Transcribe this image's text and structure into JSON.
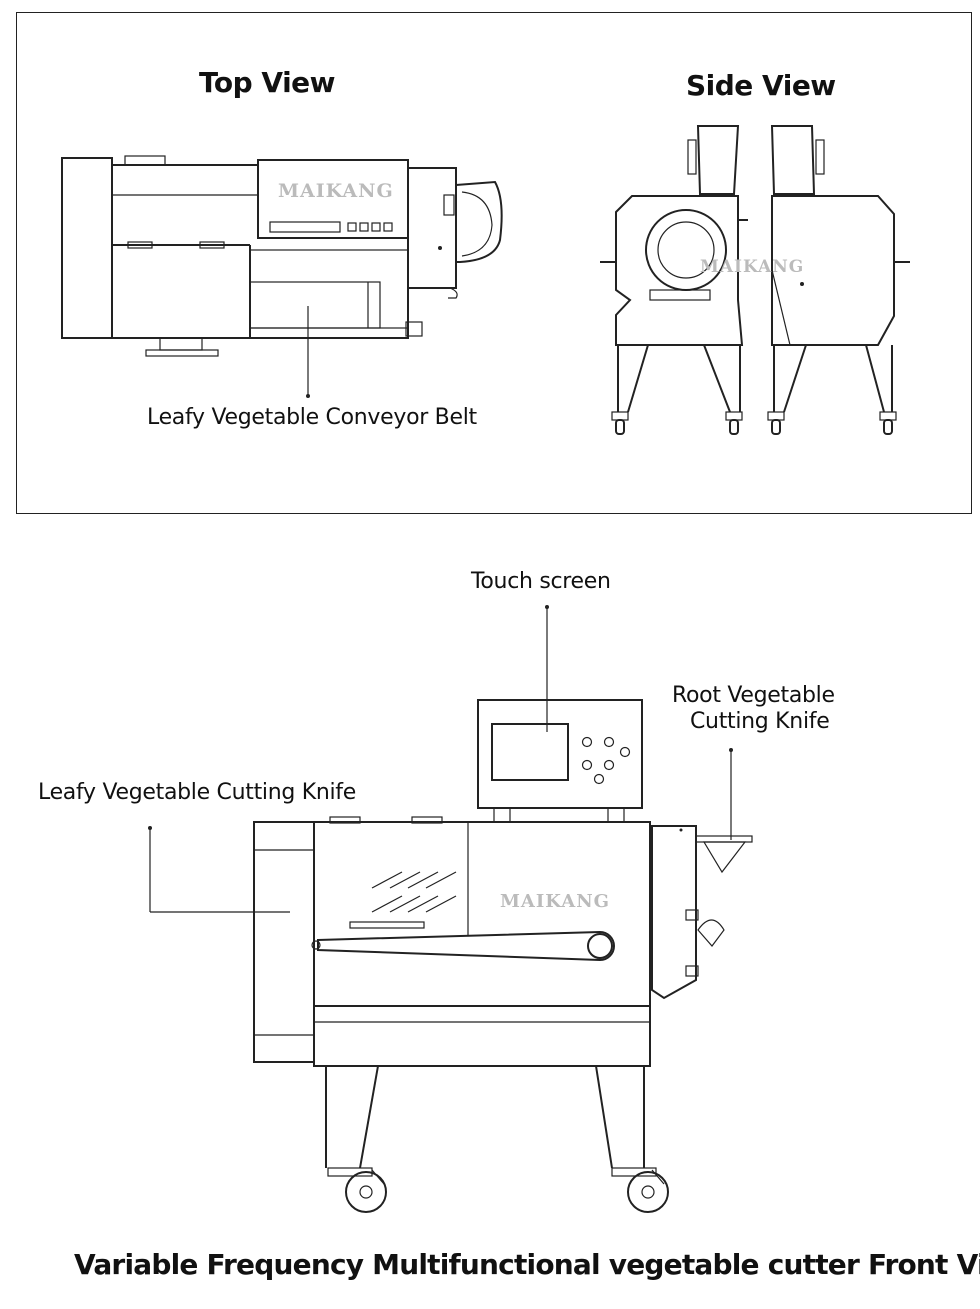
{
  "top_section": {
    "top_view_title": "Top View",
    "side_view_title": "Side View",
    "conveyor_label": "Leafy Vegetable Conveyor Belt"
  },
  "front_section": {
    "touch_screen_label": "Touch screen",
    "root_knife_label_line1": "Root Vegetable",
    "root_knife_label_line2": "Cutting Knife",
    "leafy_knife_label": "Leafy Vegetable Cutting Knife"
  },
  "brand": "MAIKANG",
  "caption": "Variable Frequency  Multifunctional vegetable cutter Front View"
}
